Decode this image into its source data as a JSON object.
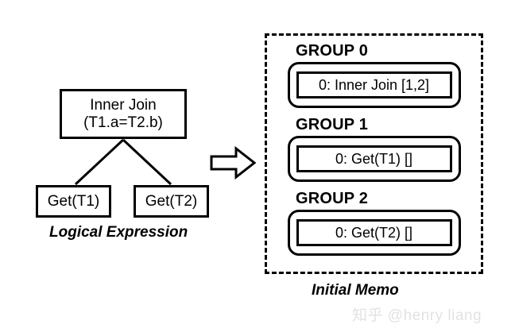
{
  "diagram": {
    "background_color": "#ffffff",
    "stroke_color": "#000000"
  },
  "logical_expression": {
    "caption": "Logical Expression",
    "root": {
      "line1": "Inner Join",
      "line2": "(T1.a=T2.b)"
    },
    "children": [
      {
        "label": "Get(T1)"
      },
      {
        "label": "Get(T2)"
      }
    ]
  },
  "transform_arrow": {
    "icon": "right-arrow-icon",
    "direction": "right"
  },
  "memo": {
    "caption": "Initial Memo",
    "groups": [
      {
        "label": "GROUP 0",
        "expression": "0: Inner Join [1,2]"
      },
      {
        "label": "GROUP 1",
        "expression": "0: Get(T1) []"
      },
      {
        "label": "GROUP 2",
        "expression": "0: Get(T2) []"
      }
    ]
  },
  "watermark": {
    "text": "知乎 @henry liang",
    "color": "#e2e2e2"
  }
}
